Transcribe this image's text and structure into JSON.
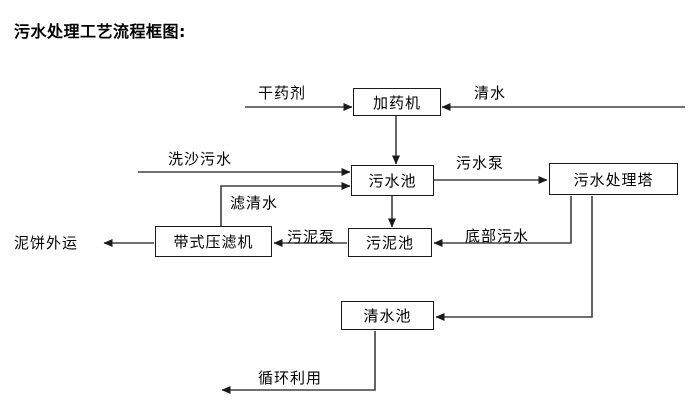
{
  "title": "污水处理工艺流程框图:",
  "nodes": [
    {
      "id": "dosing_machine",
      "label": "加药机"
    },
    {
      "id": "sewage_pool",
      "label": "污水池"
    },
    {
      "id": "treatment_tower",
      "label": "污水处理塔"
    },
    {
      "id": "sludge_pool",
      "label": "污泥池"
    },
    {
      "id": "belt_filter_press",
      "label": "带式压滤机"
    },
    {
      "id": "clear_water_pool",
      "label": "清水池"
    }
  ],
  "terminals": [
    {
      "id": "dry_chemical",
      "label": "干药剂"
    },
    {
      "id": "clean_water_in",
      "label": "清水"
    },
    {
      "id": "sand_wash_water",
      "label": "洗沙污水"
    },
    {
      "id": "mud_cake_out",
      "label": "泥饼外运"
    }
  ],
  "edge_labels": [
    {
      "id": "filtered_clear_water",
      "label": "滤清水"
    },
    {
      "id": "sewage_pump",
      "label": "污水泵"
    },
    {
      "id": "sludge_pump",
      "label": "污泥泵"
    },
    {
      "id": "bottom_sewage",
      "label": "底部污水"
    },
    {
      "id": "recycle_reuse",
      "label": "循环利用"
    }
  ],
  "colors": {
    "line": "#404040",
    "box_border": "#1a1a1a",
    "text": "#000000",
    "background": "#ffffff"
  }
}
